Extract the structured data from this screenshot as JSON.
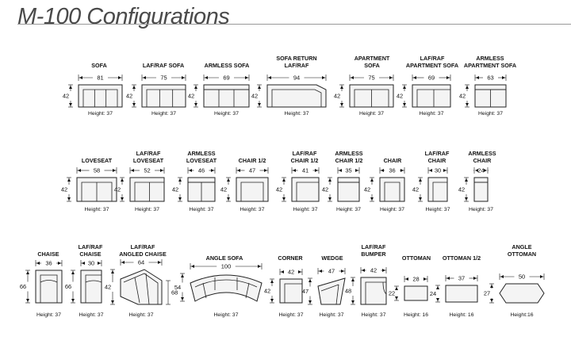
{
  "title": "M-100 Configurations",
  "items": [
    {
      "id": "sofa",
      "label": [
        "SOFA"
      ],
      "width": "81",
      "depth": "42",
      "height": "Height: 37"
    },
    {
      "id": "laf-raf-sofa",
      "label": [
        "LAF/RAF  SOFA"
      ],
      "width": "75",
      "depth": "42",
      "height": "Height: 37"
    },
    {
      "id": "armless-sofa",
      "label": [
        "ARMLESS  SOFA"
      ],
      "width": "69",
      "depth": "42",
      "height": "Height: 37"
    },
    {
      "id": "sofa-return",
      "label": [
        "SOFA RETURN",
        "LAF/RAF"
      ],
      "width": "94",
      "depth": "42",
      "height": "Height: 37"
    },
    {
      "id": "apartment-sofa",
      "label": [
        "APARTMENT",
        "SOFA"
      ],
      "width": "75",
      "depth": "42",
      "height": "Height: 37"
    },
    {
      "id": "laf-raf-apartment-sofa",
      "label": [
        "LAF/RAF",
        "APARTMENT SOFA"
      ],
      "width": "69",
      "depth": "42",
      "height": "Height: 37"
    },
    {
      "id": "armless-apartment-sofa",
      "label": [
        "ARMLESS",
        "APARTMENT SOFA"
      ],
      "width": "63",
      "depth": "42",
      "height": "Height: 37"
    },
    {
      "id": "loveseat",
      "label": [
        "LOVESEAT"
      ],
      "width": "58",
      "depth": "42",
      "height": "Height: 37"
    },
    {
      "id": "laf-raf-loveseat",
      "label": [
        "LAF/RAF",
        "LOVESEAT"
      ],
      "width": "52",
      "depth": "42",
      "height": "Height: 37"
    },
    {
      "id": "armless-loveseat",
      "label": [
        "ARMLESS",
        "LOVESEAT"
      ],
      "width": "46",
      "depth": "42",
      "height": "Height: 37"
    },
    {
      "id": "chair-1-2",
      "label": [
        "CHAIR 1/2"
      ],
      "width": "47",
      "depth": "42",
      "height": "Height: 37"
    },
    {
      "id": "laf-raf-chair-1-2",
      "label": [
        "LAF/RAF",
        "CHAIR 1/2"
      ],
      "width": "41",
      "depth": "42",
      "height": "Height: 37"
    },
    {
      "id": "armless-chair-1-2",
      "label": [
        "ARMLESS",
        "CHAIR 1/2"
      ],
      "width": "35",
      "depth": "42",
      "height": "Height: 37"
    },
    {
      "id": "chair",
      "label": [
        "CHAIR"
      ],
      "width": "36",
      "depth": "42",
      "height": "Height: 37"
    },
    {
      "id": "laf-raf-chair",
      "label": [
        "LAF/RAF",
        "CHAIR"
      ],
      "width": "30",
      "depth": "42",
      "height": "Height: 37"
    },
    {
      "id": "armless-chair",
      "label": [
        "ARMLESS",
        "CHAIR"
      ],
      "width": "24",
      "depth": "42",
      "height": "Height: 37"
    },
    {
      "id": "chaise",
      "label": [
        "CHAISE"
      ],
      "width": "36",
      "depth": "66",
      "height": "Height: 37"
    },
    {
      "id": "laf-raf-chaise",
      "label": [
        "LAF/RAF",
        "CHAISE"
      ],
      "width": "30",
      "depth": "66",
      "height": "Height: 37"
    },
    {
      "id": "laf-raf-angled-chaise",
      "label": [
        "LAF/RAF",
        "ANGLED CHAISE"
      ],
      "width": "64",
      "depth": "42",
      "depth2": "68",
      "height": "Height: 37"
    },
    {
      "id": "angle-sofa",
      "label": [
        "ANGLE SOFA"
      ],
      "width": "100",
      "depth": "54",
      "height": "Height: 37"
    },
    {
      "id": "corner",
      "label": [
        "CORNER"
      ],
      "width": "42",
      "depth": "42",
      "height": "Height: 37"
    },
    {
      "id": "wedge",
      "label": [
        "WEDGE"
      ],
      "width": "47",
      "depth": "47",
      "height": "Height: 37"
    },
    {
      "id": "laf-raf-bumper",
      "label": [
        "LAF/RAF",
        "BUMPER"
      ],
      "width": "42",
      "depth": "48",
      "height": "Height: 37"
    },
    {
      "id": "ottoman",
      "label": [
        "OTTOMAN"
      ],
      "width": "28",
      "depth": "22",
      "height": "Height: 16"
    },
    {
      "id": "ottoman-1-2",
      "label": [
        "OTTOMAN 1/2"
      ],
      "width": "37",
      "depth": "24",
      "height": "Height: 16"
    },
    {
      "id": "angle-ottoman",
      "label": [
        "ANGLE",
        "OTTOMAN"
      ],
      "width": "50",
      "depth": "27",
      "height": "Height:16"
    }
  ]
}
